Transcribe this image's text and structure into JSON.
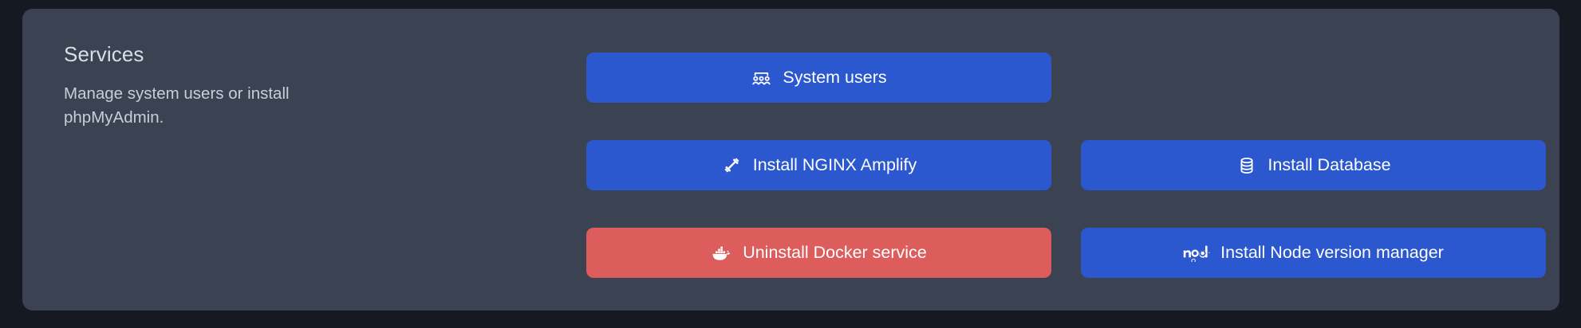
{
  "theme": {
    "page_background": "#151922",
    "card_background": "#3b4252",
    "primary_button": "#2c58cf",
    "danger_button": "#dd5c5c",
    "title_color": "#d8dee9",
    "description_color": "#c7cddb",
    "button_text_color": "#ffffff"
  },
  "card": {
    "title": "Services",
    "description": "Manage system users or install phpMyAdmin."
  },
  "actions": [
    {
      "id": "system-users",
      "label": "System users",
      "icon": "groups-icon",
      "style": "primary",
      "row": 1,
      "column": 1
    },
    {
      "id": "install-nginx-amplify",
      "label": "Install NGINX Amplify",
      "icon": "dumbbell-icon",
      "style": "primary",
      "row": 2,
      "column": 1
    },
    {
      "id": "install-database",
      "label": "Install Database",
      "icon": "database-icon",
      "style": "primary",
      "row": 2,
      "column": 2
    },
    {
      "id": "uninstall-docker-service",
      "label": "Uninstall Docker service",
      "icon": "docker-whale-icon",
      "style": "danger",
      "row": 3,
      "column": 1
    },
    {
      "id": "install-node-version-manager",
      "label": "Install Node version manager",
      "icon": "nodejs-logo-icon",
      "style": "primary",
      "row": 3,
      "column": 2
    }
  ]
}
